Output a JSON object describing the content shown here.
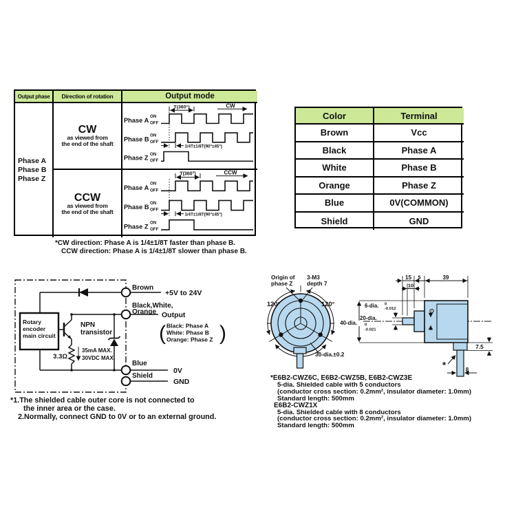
{
  "colors": {
    "header_green": "#cde897",
    "body_blue": "#b7d8ee",
    "line": "#111111"
  },
  "output_table": {
    "headers": [
      "Output phase",
      "Direction of rotation",
      "Output mode"
    ],
    "phase_column": [
      "Phase A",
      "Phase B",
      "Phase Z"
    ],
    "cw": {
      "title": "CW",
      "sub1": "as viewed from",
      "sub2": "the end of the shaft",
      "arrow": "CW",
      "period": "T(360°)",
      "offset": "1/4T±1/8T(90°±45°)",
      "phases": [
        {
          "name": "Phase A",
          "on": "ON",
          "off": "OFF"
        },
        {
          "name": "Phase B",
          "on": "ON",
          "off": "OFF"
        },
        {
          "name": "Phase Z",
          "on": "ON",
          "off": "OFF"
        }
      ]
    },
    "ccw": {
      "title": "CCW",
      "sub1": "as viewed from",
      "sub2": "the end of the shaft",
      "arrow": "CCW",
      "period": "T(360°)",
      "offset": "1/4T±1/8T(90°±45°)",
      "phases": [
        {
          "name": "Phase A",
          "on": "ON",
          "off": "OFF"
        },
        {
          "name": "Phase B",
          "on": "ON",
          "off": "OFF"
        },
        {
          "name": "Phase Z",
          "on": "ON",
          "off": "OFF"
        }
      ]
    },
    "footnote1": "*CW direction: Phase A is 1/4±1/8T faster than phase B.",
    "footnote2": "CCW direction: Phase A is 1/4±1/8T slower than phase B."
  },
  "color_table": {
    "headers": [
      "Color",
      "Terminal"
    ],
    "rows": [
      [
        "Brown",
        "Vcc"
      ],
      [
        "Black",
        "Phase A"
      ],
      [
        "White",
        "Phase B"
      ],
      [
        "Orange",
        "Phase Z"
      ],
      [
        "Blue",
        "0V(COMMON)"
      ],
      [
        "Shield",
        "GND"
      ]
    ]
  },
  "circuit": {
    "box": [
      "Rotary",
      "encoder",
      "main circuit"
    ],
    "npn1": "NPN",
    "npn2": "transistor",
    "resistor": "3.3Ω",
    "current": "35mA MAX.",
    "voltage": "30VDC MAX.",
    "brown": "Brown",
    "bwo1": "Black,White,",
    "bwo2": "Orange",
    "blue": "Blue",
    "shield": "Shield",
    "vcc": "+5V to 24V",
    "output": "Output",
    "zero": "0V",
    "gnd": "GND",
    "paren_open": "(",
    "paren_close": ")",
    "out_detail": [
      "Black: Phase A",
      "White: Phase B",
      "Orange: Phase Z"
    ],
    "notes": [
      "*1.The shielded cable outer core is not connected to",
      "the inner area or the case.",
      "2.Normally, connect GND to 0V or to an external ground."
    ]
  },
  "mechanical": {
    "front": {
      "origin1": "Origin of",
      "origin2": "phase Z",
      "m3a": "3-M3",
      "m3b": "depth 7",
      "deg_left": "120°",
      "deg_right": "120°",
      "bolt": "30-dia.±0.2"
    },
    "side": {
      "d15": "15",
      "d10": "10",
      "d5": "5",
      "d39": "39",
      "d6": "6-dia.",
      "d6hi": "0",
      "d6lo": "-0.012",
      "d20": "20-dia.",
      "d20hi": "0",
      "d20lo": "-0.021",
      "d40": "40-dia.",
      "d75": "7.5",
      "d8": "8",
      "star": "*"
    },
    "notes": [
      "*E6B2-CWZ6C, E6B2-CWZ5B, E6B2-CWZ3E",
      "5-dia. Shielded cable with 5 conductors",
      "(conductor cross section: 0.2mm², insulator diameter: 1.0mm)",
      "Standard length: 500mm",
      "E6B2-CWZ1X",
      "5-dia. Shielded cable with 8 conductors",
      "(conductor cross section: 0.2mm², insulator diameter: 1.0mm)",
      "Standard length: 500mm"
    ]
  }
}
